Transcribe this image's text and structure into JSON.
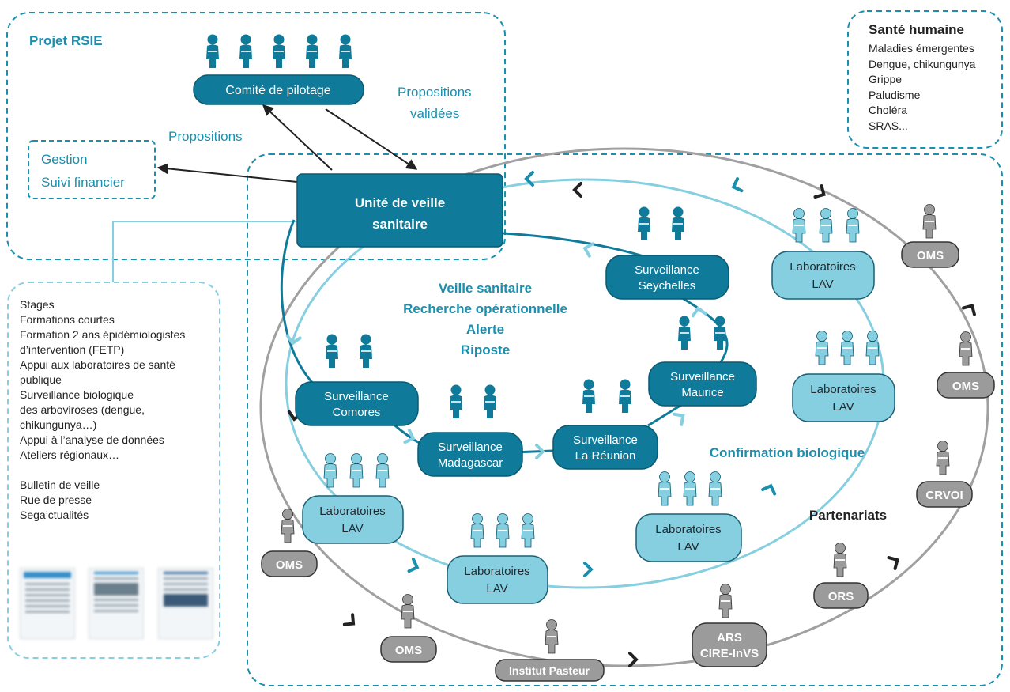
{
  "project": {
    "title": "Projet RSIE"
  },
  "steering": {
    "label": "Comité de pilotage"
  },
  "flows": {
    "proposals": "Propositions",
    "validated_line1": "Propositions",
    "validated_line2": "validées"
  },
  "management": {
    "line1": "Gestion",
    "line2": "Suivi financier"
  },
  "unit": {
    "line1": "Unité de veille",
    "line2": "sanitaire"
  },
  "center_text": [
    "Veille sanitaire",
    "Recherche opérationnelle",
    "Alerte",
    "Riposte"
  ],
  "surveillance": {
    "comores": [
      "Surveillance",
      "Comores"
    ],
    "madagascar": [
      "Surveillance",
      "Madagascar"
    ],
    "reunion": [
      "Surveillance",
      "La Réunion"
    ],
    "maurice": [
      "Surveillance",
      "Maurice"
    ],
    "seychelles": [
      "Surveillance",
      "Seychelles"
    ]
  },
  "labs": {
    "line1": "Laboratoires",
    "line2": "LAV"
  },
  "bio_confirmation": "Confirmation biologique",
  "partnerships": "Partenariats",
  "partners": {
    "oms": "OMS",
    "institut_pasteur": "Institut Pasteur",
    "ars_line1": "ARS",
    "ars_line2": "CIRE-InVS",
    "ors": "ORS",
    "crvoi": "CRVOI"
  },
  "health": {
    "title": "Santé humaine",
    "items": [
      "Maladies émergentes",
      "Dengue, chikungunya",
      "Grippe",
      "Paludisme",
      "Choléra",
      "SRAS..."
    ]
  },
  "training": {
    "items": [
      "Stages",
      "Formations courtes",
      "Formation 2 ans épidémiologistes",
      "d’intervention (FETP)",
      "Appui aux laboratoires de santé",
      "publique",
      "Surveillance biologique",
      "des arboviroses (dengue,",
      "chikungunya…)",
      "Appui à l’analyse de données",
      "Ateliers régionaux…"
    ],
    "publications": [
      "Bulletin de veille",
      "Rue de presse",
      "Sega’ctualités"
    ]
  },
  "colors": {
    "dark_teal": "#0f7a99",
    "light_teal": "#86cfe0",
    "grey": "#9a9a9a",
    "grey_fill": "#9b9b9b",
    "text_blue": "#1a8fae"
  }
}
